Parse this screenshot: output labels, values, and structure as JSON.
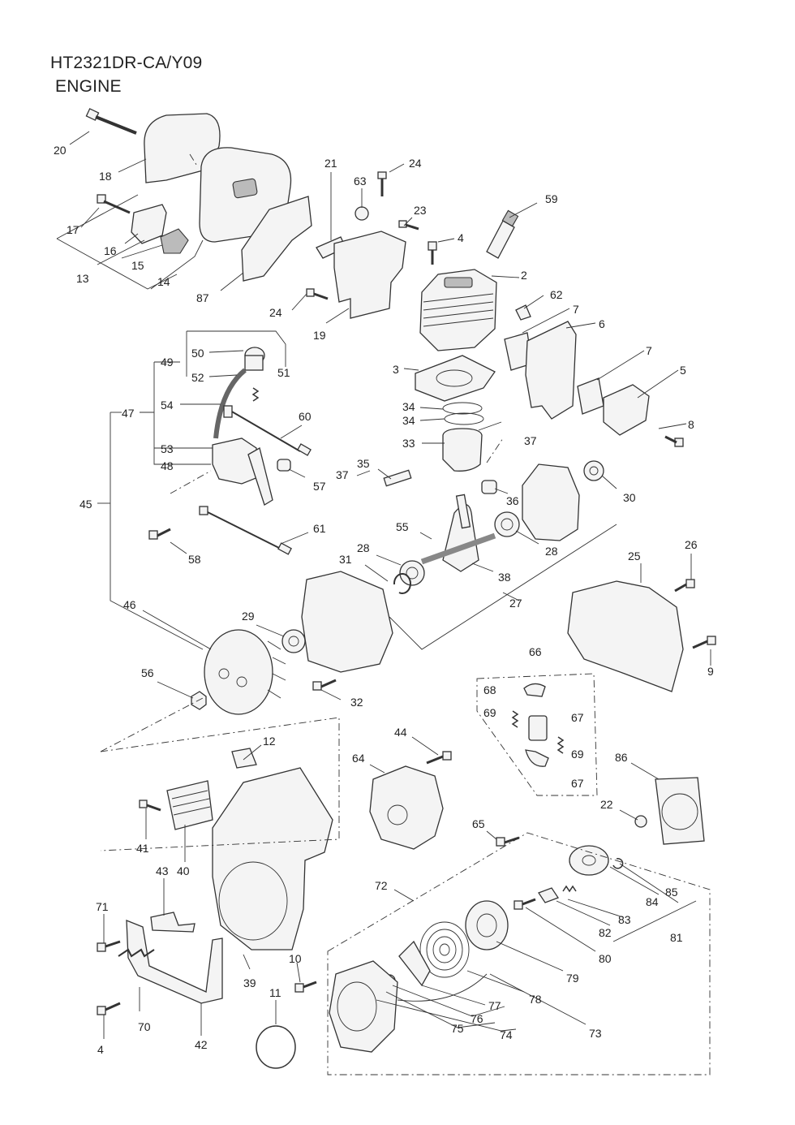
{
  "header": {
    "model": "HT2321DR-CA/Y09",
    "section": "ENGINE"
  },
  "callouts": [
    {
      "id": "c20",
      "label": "20"
    },
    {
      "id": "c18",
      "label": "18"
    },
    {
      "id": "c17",
      "label": "17"
    },
    {
      "id": "c16",
      "label": "16"
    },
    {
      "id": "c15",
      "label": "15"
    },
    {
      "id": "c13",
      "label": "13"
    },
    {
      "id": "c14",
      "label": "14"
    },
    {
      "id": "c87",
      "label": "87"
    },
    {
      "id": "c21",
      "label": "21"
    },
    {
      "id": "c63",
      "label": "63"
    },
    {
      "id": "c24a",
      "label": "24"
    },
    {
      "id": "c23",
      "label": "23"
    },
    {
      "id": "c4a",
      "label": "4"
    },
    {
      "id": "c59",
      "label": "59"
    },
    {
      "id": "c2",
      "label": "2"
    },
    {
      "id": "c62",
      "label": "62"
    },
    {
      "id": "c7a",
      "label": "7"
    },
    {
      "id": "c6",
      "label": "6"
    },
    {
      "id": "c7b",
      "label": "7"
    },
    {
      "id": "c5",
      "label": "5"
    },
    {
      "id": "c8",
      "label": "8"
    },
    {
      "id": "c24b",
      "label": "24"
    },
    {
      "id": "c19",
      "label": "19"
    },
    {
      "id": "c3",
      "label": "3"
    },
    {
      "id": "c34a",
      "label": "34"
    },
    {
      "id": "c34b",
      "label": "34"
    },
    {
      "id": "c33",
      "label": "33"
    },
    {
      "id": "c37a",
      "label": "37"
    },
    {
      "id": "c49",
      "label": "49"
    },
    {
      "id": "c50",
      "label": "50"
    },
    {
      "id": "c52",
      "label": "52"
    },
    {
      "id": "c51",
      "label": "51"
    },
    {
      "id": "c47",
      "label": "47"
    },
    {
      "id": "c54",
      "label": "54"
    },
    {
      "id": "c60",
      "label": "60"
    },
    {
      "id": "c53",
      "label": "53"
    },
    {
      "id": "c48",
      "label": "48"
    },
    {
      "id": "c57",
      "label": "57"
    },
    {
      "id": "c45",
      "label": "45"
    },
    {
      "id": "c35",
      "label": "35"
    },
    {
      "id": "c37b",
      "label": "37"
    },
    {
      "id": "c36",
      "label": "36"
    },
    {
      "id": "c30",
      "label": "30"
    },
    {
      "id": "c61",
      "label": "61"
    },
    {
      "id": "c58",
      "label": "58"
    },
    {
      "id": "c55",
      "label": "55"
    },
    {
      "id": "c28a",
      "label": "28"
    },
    {
      "id": "c31",
      "label": "31"
    },
    {
      "id": "c28b",
      "label": "28"
    },
    {
      "id": "c38",
      "label": "38"
    },
    {
      "id": "c26",
      "label": "26"
    },
    {
      "id": "c25",
      "label": "25"
    },
    {
      "id": "c46",
      "label": "46"
    },
    {
      "id": "c29",
      "label": "29"
    },
    {
      "id": "c27",
      "label": "27"
    },
    {
      "id": "c9",
      "label": "9"
    },
    {
      "id": "c56",
      "label": "56"
    },
    {
      "id": "c32",
      "label": "32"
    },
    {
      "id": "c66",
      "label": "66"
    },
    {
      "id": "c68",
      "label": "68"
    },
    {
      "id": "c69a",
      "label": "69"
    },
    {
      "id": "c67a",
      "label": "67"
    },
    {
      "id": "c44",
      "label": "44"
    },
    {
      "id": "c12",
      "label": "12"
    },
    {
      "id": "c64",
      "label": "64"
    },
    {
      "id": "c69b",
      "label": "69"
    },
    {
      "id": "c67b",
      "label": "67"
    },
    {
      "id": "c86",
      "label": "86"
    },
    {
      "id": "c22",
      "label": "22"
    },
    {
      "id": "c65",
      "label": "65"
    },
    {
      "id": "c41",
      "label": "41"
    },
    {
      "id": "c40",
      "label": "40"
    },
    {
      "id": "c43",
      "label": "43"
    },
    {
      "id": "c72",
      "label": "72"
    },
    {
      "id": "c85",
      "label": "85"
    },
    {
      "id": "c84",
      "label": "84"
    },
    {
      "id": "c83",
      "label": "83"
    },
    {
      "id": "c71",
      "label": "71"
    },
    {
      "id": "c82",
      "label": "82"
    },
    {
      "id": "c81",
      "label": "81"
    },
    {
      "id": "c80",
      "label": "80"
    },
    {
      "id": "c79",
      "label": "79"
    },
    {
      "id": "c78",
      "label": "78"
    },
    {
      "id": "c77",
      "label": "77"
    },
    {
      "id": "c10",
      "label": "10"
    },
    {
      "id": "c39",
      "label": "39"
    },
    {
      "id": "c76",
      "label": "76"
    },
    {
      "id": "c75",
      "label": "75"
    },
    {
      "id": "c74",
      "label": "74"
    },
    {
      "id": "c73",
      "label": "73"
    },
    {
      "id": "c11",
      "label": "11"
    },
    {
      "id": "c70",
      "label": "70"
    },
    {
      "id": "c4b",
      "label": "4"
    },
    {
      "id": "c42",
      "label": "42"
    }
  ]
}
